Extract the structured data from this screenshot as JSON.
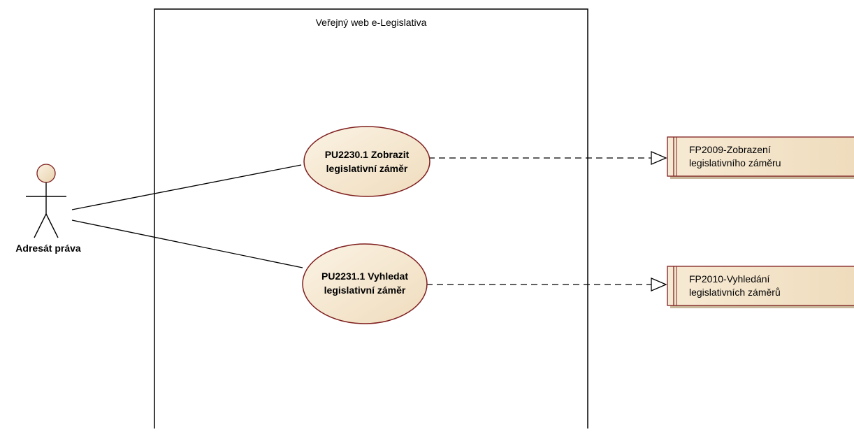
{
  "diagram": {
    "boundary": {
      "title": "Veřejný web e-Legislativa"
    },
    "actor": {
      "label": "Adresát práva"
    },
    "use_cases": [
      {
        "line1": "PU2230.1 Zobrazit",
        "line2": "legislativní záměr"
      },
      {
        "line1": "PU2231.1 Vyhledat",
        "line2": "legislativní záměr"
      }
    ],
    "components": [
      {
        "line1": "FP2009-Zobrazení",
        "line2": "legislativního záměru"
      },
      {
        "line1": "FP2010-Vyhledání",
        "line2": "legislativních záměrů"
      }
    ]
  },
  "colors": {
    "element_fill": "#f4e6cf",
    "element_stroke": "#7f1e1e",
    "line_stroke": "#000000",
    "boundary_stroke": "#000000"
  }
}
